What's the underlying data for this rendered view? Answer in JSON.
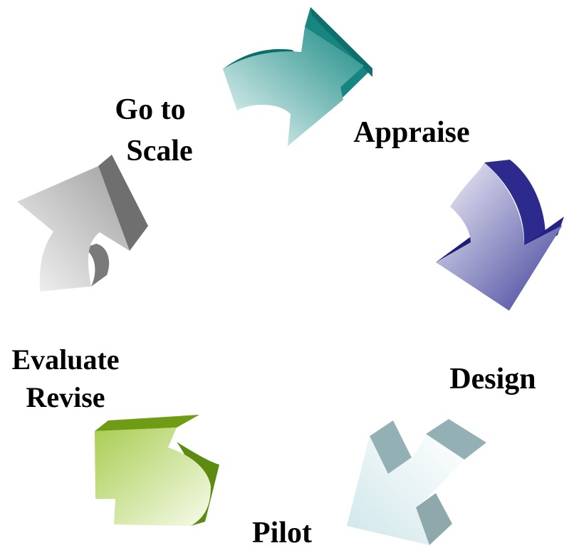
{
  "cycle": {
    "stages": [
      {
        "id": "go-to-scale",
        "lines": [
          "Go to",
          "Scale"
        ],
        "arrow_color": "#8a8a8a",
        "arrow_light": "#f4f4f4"
      },
      {
        "id": "appraise",
        "lines": [
          "Appraise"
        ],
        "arrow_color": "#1a8a84",
        "arrow_light": "#eef8f7"
      },
      {
        "id": "design",
        "lines": [
          "Design"
        ],
        "arrow_color": "#2b2a8c",
        "arrow_light": "#efeff7"
      },
      {
        "id": "pilot",
        "lines": [
          "Pilot"
        ],
        "arrow_color": "#8fa9ad",
        "arrow_light": "#e6f2f3"
      },
      {
        "id": "evaluate-revise",
        "lines": [
          "Evaluate",
          "Revise"
        ],
        "arrow_color": "#6e9a18",
        "arrow_light": "#eef6dc"
      }
    ]
  }
}
